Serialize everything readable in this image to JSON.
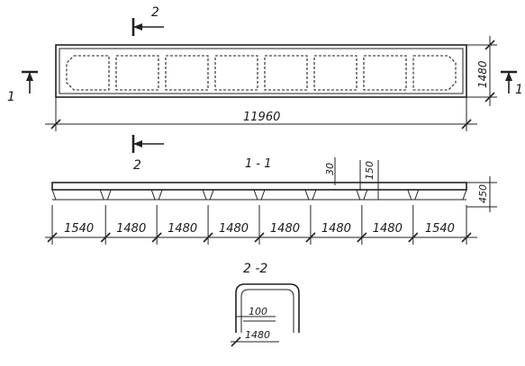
{
  "plan": {
    "overall_length": "11960",
    "width": "1480",
    "section_1_label": "1",
    "section_2_label": "2"
  },
  "section_1_1": {
    "title": "1 - 1",
    "rib_thickness": "30",
    "rib_height": "150",
    "overall_height": "450",
    "spacings": [
      "1540",
      "1480",
      "1480",
      "1480",
      "1480",
      "1480",
      "1480",
      "1540"
    ]
  },
  "section_2_2": {
    "title": "2 -2",
    "flange_thickness": "100",
    "width": "1480"
  }
}
